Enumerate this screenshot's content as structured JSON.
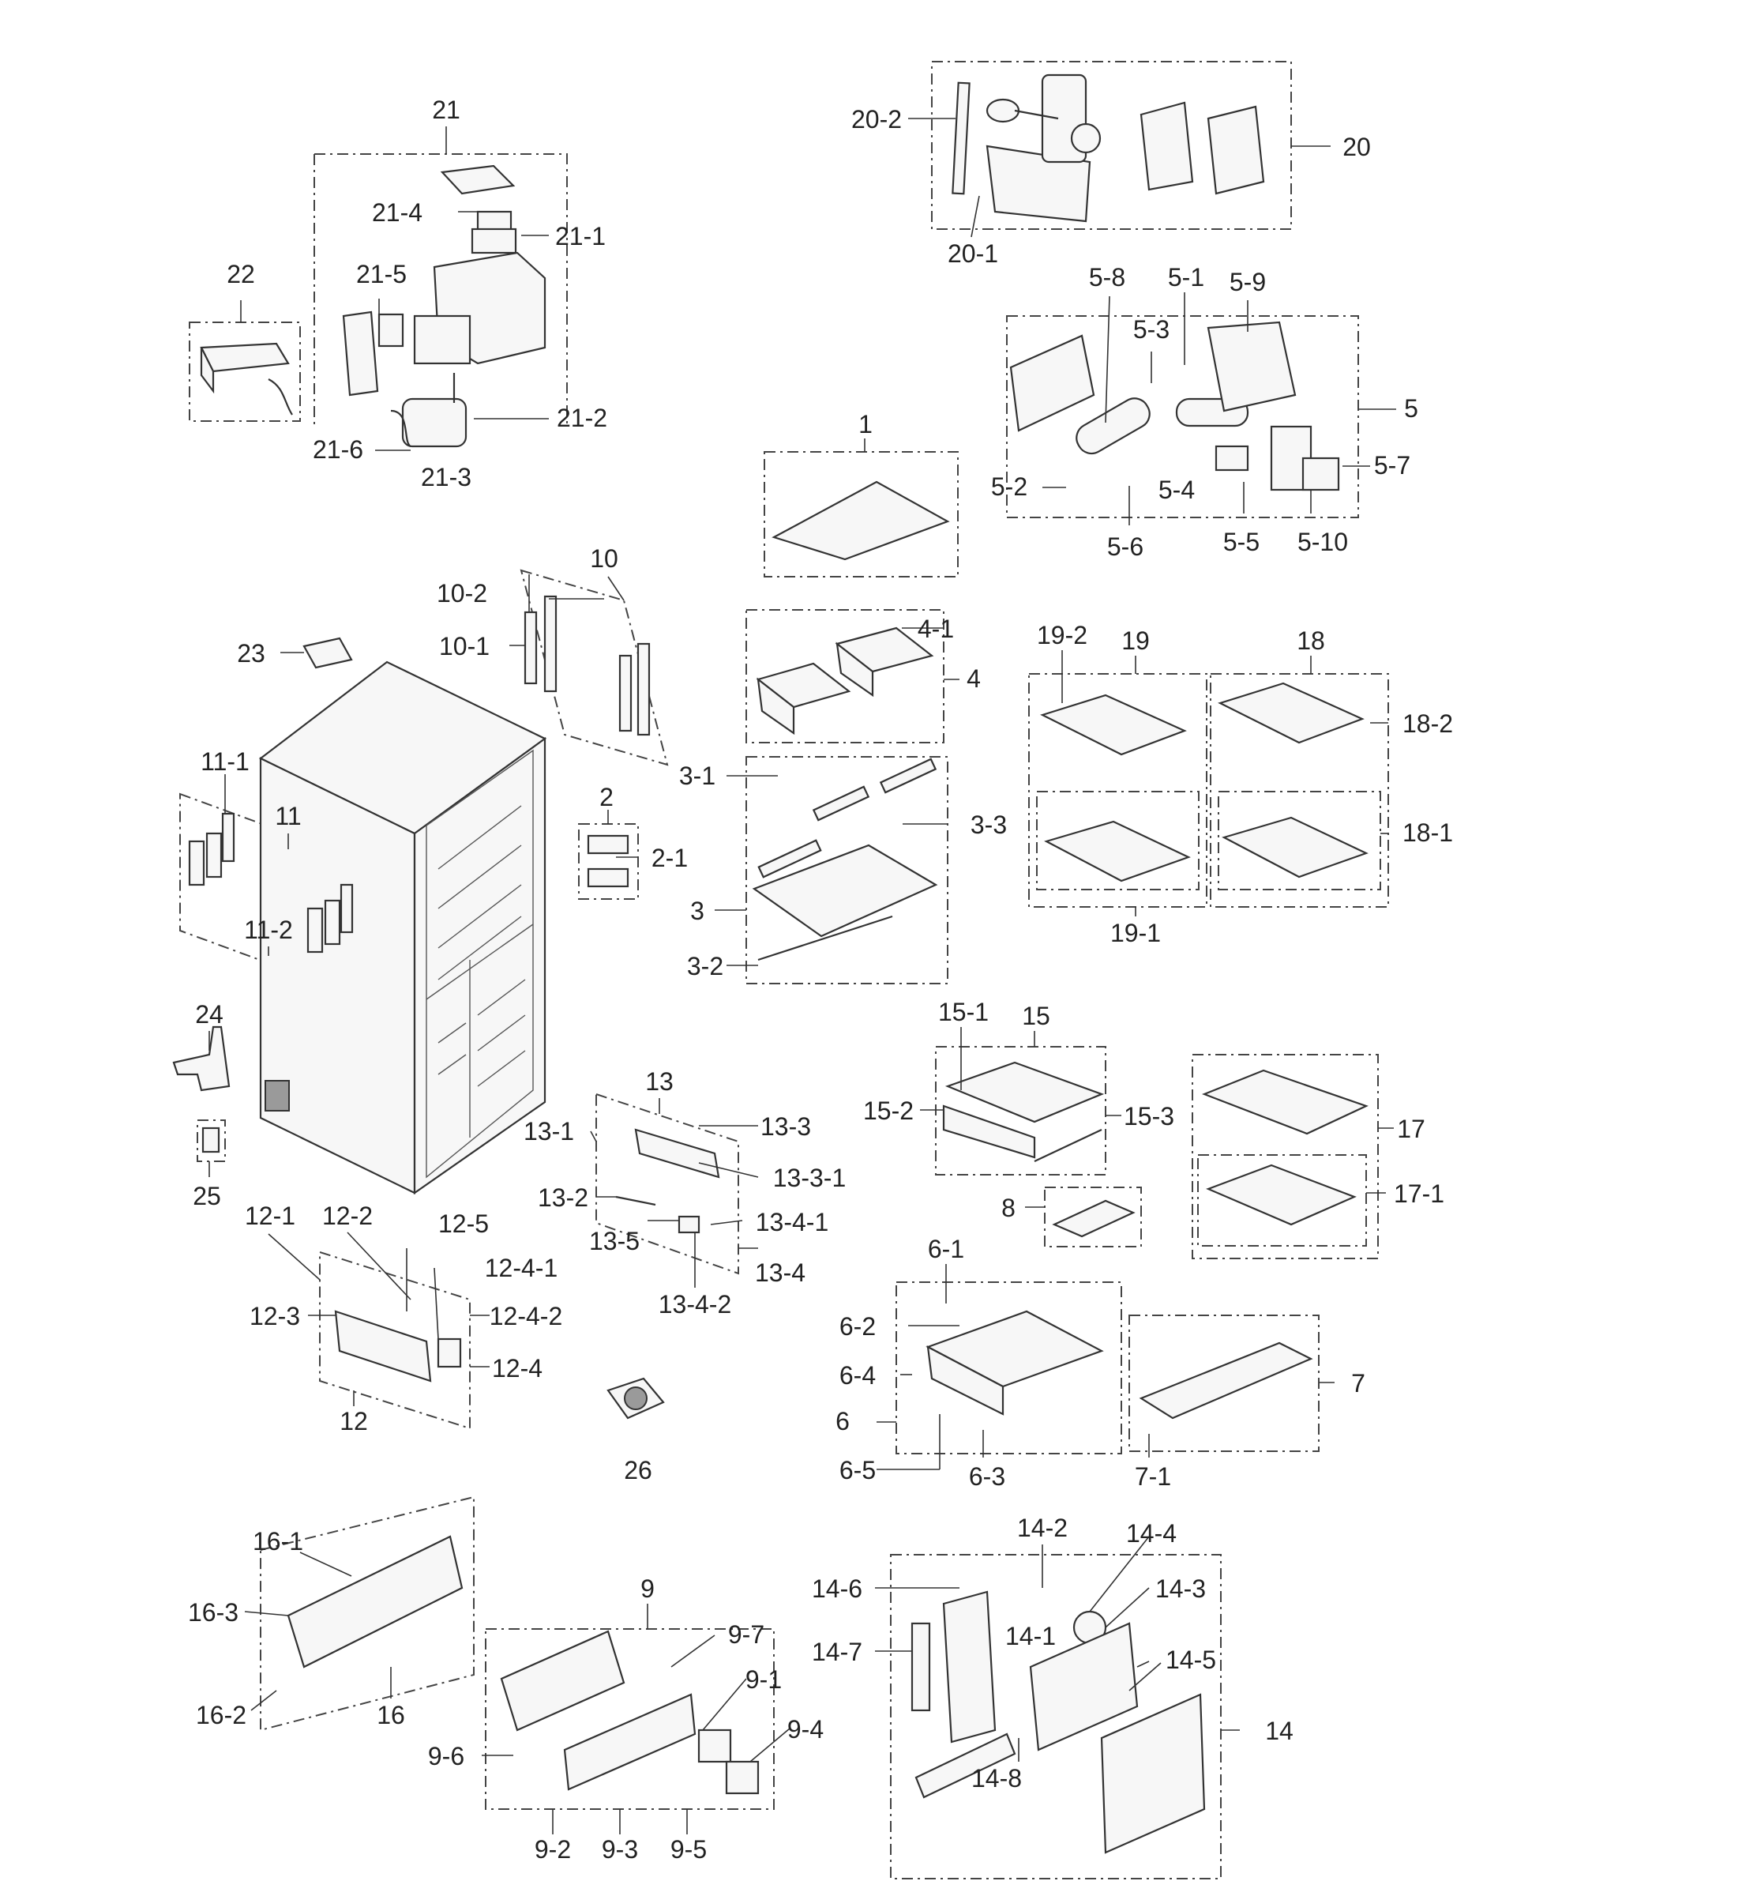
{
  "callouts": [
    "1",
    "2",
    "2-1",
    "3",
    "3-1",
    "3-2",
    "3-3",
    "4",
    "4-1",
    "5",
    "5-1",
    "5-2",
    "5-3",
    "5-4",
    "5-5",
    "5-6",
    "5-7",
    "5-8",
    "5-9",
    "5-10",
    "6",
    "6-1",
    "6-2",
    "6-3",
    "6-4",
    "6-5",
    "7",
    "7-1",
    "8",
    "9",
    "9-1",
    "9-2",
    "9-3",
    "9-4",
    "9-5",
    "9-6",
    "9-7",
    "10",
    "10-1",
    "10-2",
    "11",
    "11-1",
    "11-2",
    "12",
    "12-1",
    "12-2",
    "12-3",
    "12-4",
    "12-4-1",
    "12-4-2",
    "12-5",
    "13",
    "13-1",
    "13-2",
    "13-3",
    "13-3-1",
    "13-4",
    "13-4-1",
    "13-4-2",
    "13-5",
    "14",
    "14-1",
    "14-2",
    "14-3",
    "14-4",
    "14-5",
    "14-6",
    "14-7",
    "14-8",
    "15",
    "15-1",
    "15-2",
    "15-3",
    "16",
    "16-1",
    "16-2",
    "16-3",
    "17",
    "17-1",
    "18",
    "18-1",
    "18-2",
    "19",
    "19-1",
    "19-2",
    "20",
    "20-1",
    "20-2",
    "21",
    "21-1",
    "21-2",
    "21-3",
    "21-4",
    "21-5",
    "21-6",
    "22",
    "23",
    "24",
    "25",
    "26"
  ]
}
